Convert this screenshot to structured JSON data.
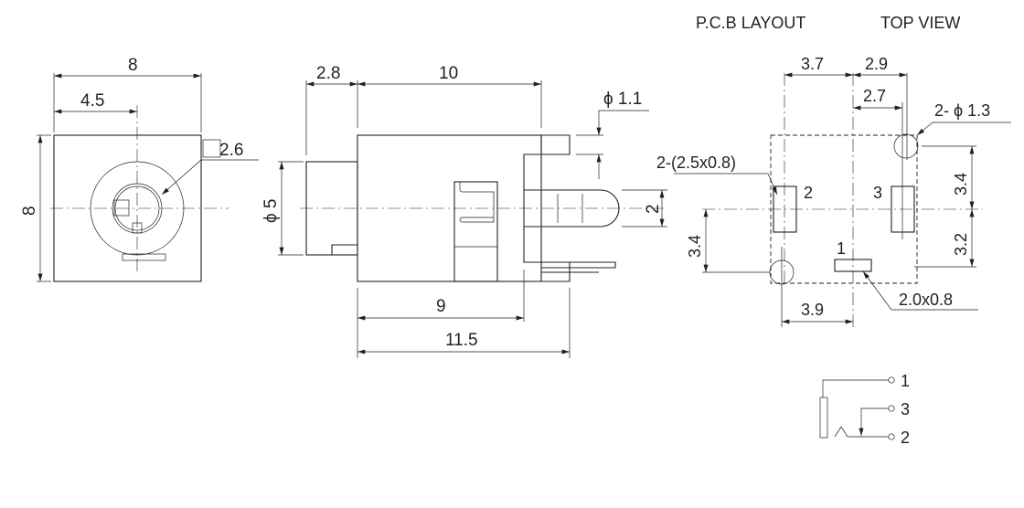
{
  "titles": {
    "pcb_layout": "P.C.B LAYOUT",
    "top_view": "TOP VIEW"
  },
  "front_view": {
    "width": "8",
    "center_offset": "4.5",
    "height": "8",
    "inner_dia": "2.6"
  },
  "side_view": {
    "nose_len": "2.8",
    "body_len": "10",
    "nose_dia": "ϕ 5",
    "pin_dia": "ϕ 1.1",
    "pin_height": "2",
    "len_9": "9",
    "len_total": "11.5"
  },
  "pcb": {
    "d_3_7": "3.7",
    "d_2_9": "2.9",
    "d_2_7": "2.7",
    "holes": "2- ϕ 1.3",
    "pads_23": "2-(2.5x0.8)",
    "pad1_size": "2.0x0.8",
    "d_3_4_right": "3.4",
    "d_3_2": "3.2",
    "d_3_4_left": "3.4",
    "d_3_9": "3.9",
    "pin_labels": [
      "1",
      "2",
      "3"
    ]
  },
  "schematic": {
    "pins": [
      "1",
      "3",
      "2"
    ]
  },
  "colors": {
    "ink": "#231f20"
  }
}
